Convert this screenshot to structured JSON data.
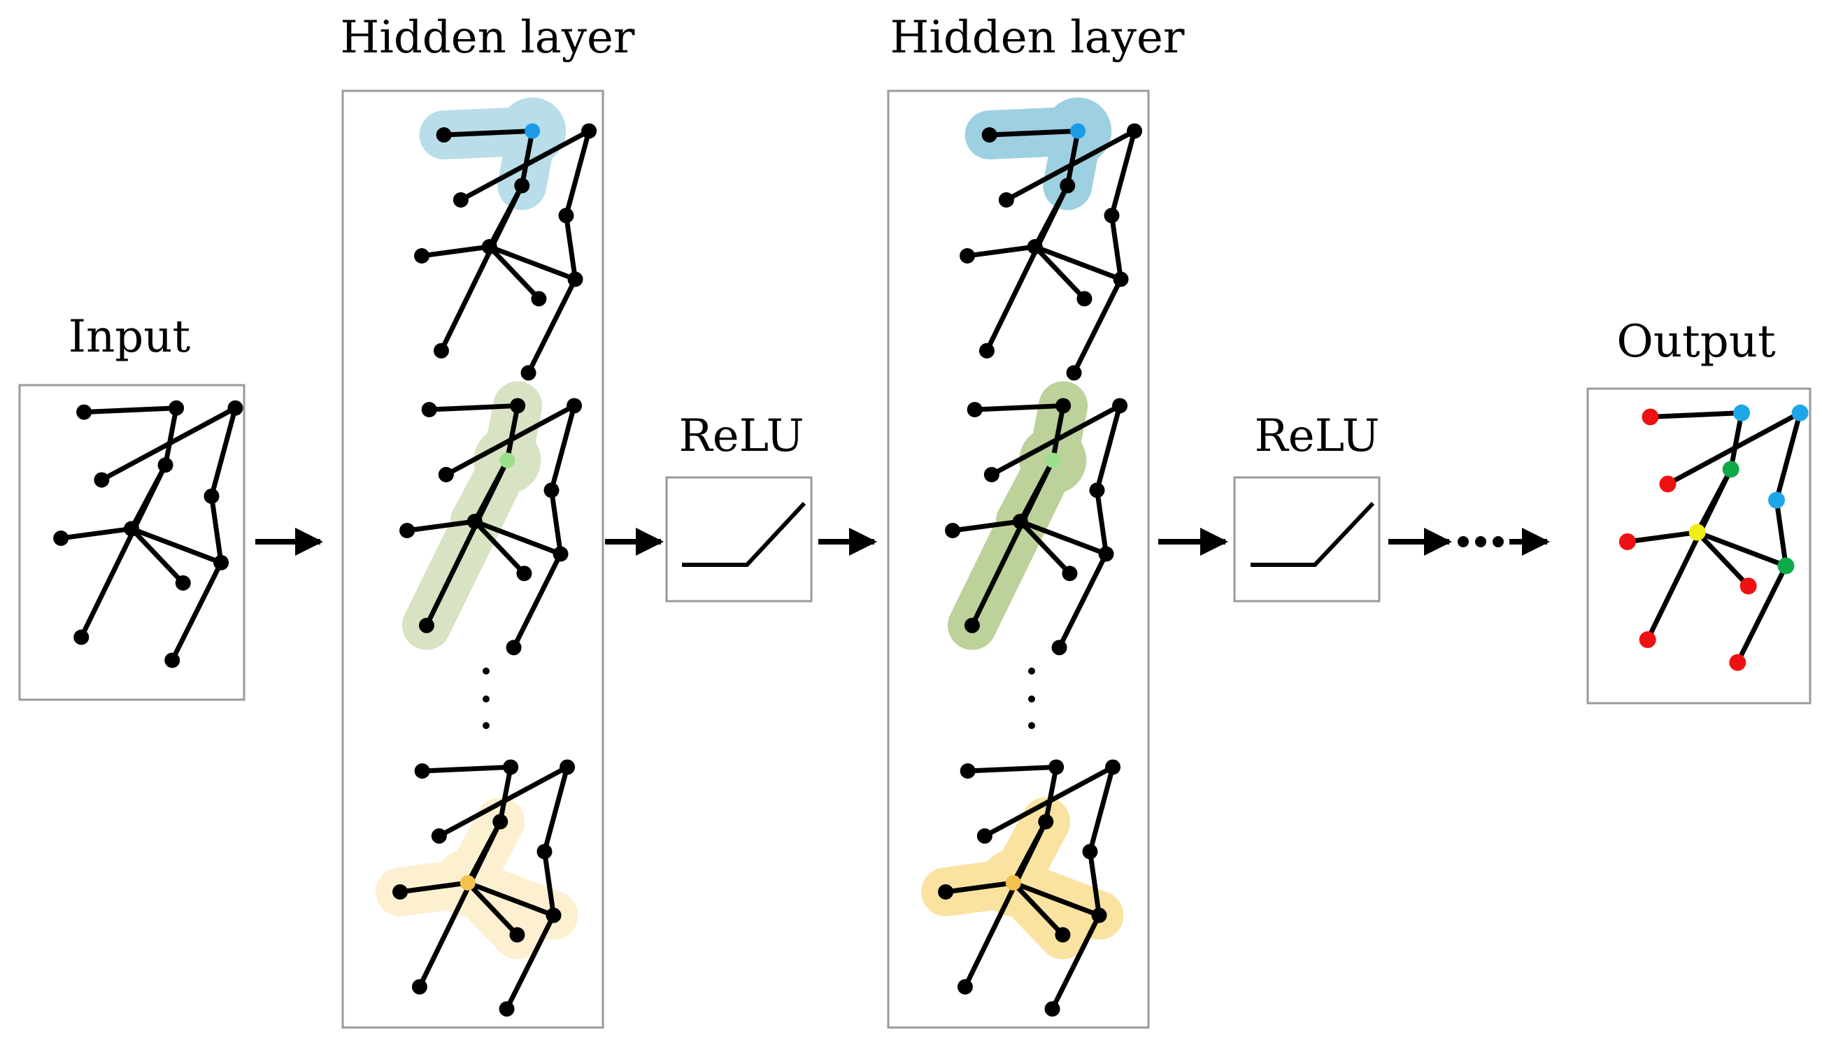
{
  "labels": {
    "input": "Input",
    "hidden_layer_1": "Hidden layer",
    "hidden_layer_2": "Hidden layer",
    "relu_1": "ReLU",
    "relu_2": "ReLU",
    "output": "Output"
  },
  "colors": {
    "node": "#000000",
    "edge": "#000000",
    "box_border": "#9a9a9a",
    "highlight_blue": "#8cc8dc",
    "highlight_green": "#a7c27a",
    "highlight_yellow": "#f8d67a",
    "center_blue": "#1a9be6",
    "center_green": "#9be08a",
    "center_yellow": "#f2c14e",
    "output_red": "#ee1111",
    "output_blue": "#1ea7e8",
    "output_green": "#10a94a",
    "output_yellow": "#f0ec14"
  },
  "graph": {
    "nodes": [
      "n1",
      "n2",
      "n3",
      "n4",
      "n5",
      "n6",
      "n7",
      "n8",
      "n9",
      "n10",
      "n11",
      "n12"
    ],
    "edges": [
      [
        "n1",
        "n2"
      ],
      [
        "n2",
        "n5"
      ],
      [
        "n4",
        "n3"
      ],
      [
        "n5",
        "n7"
      ],
      [
        "n6",
        "n7"
      ],
      [
        "n7",
        "n8"
      ],
      [
        "n7",
        "n10"
      ],
      [
        "n5",
        "n9"
      ],
      [
        "n3",
        "n11"
      ],
      [
        "n11",
        "n10"
      ],
      [
        "n10",
        "n12"
      ]
    ]
  },
  "hidden_layer_highlights": [
    {
      "center": "n2",
      "color": "blue"
    },
    {
      "center": "n5",
      "color": "green"
    },
    {
      "center": "n7",
      "color": "yellow"
    }
  ],
  "output_node_classes": {
    "n1": "red",
    "n2": "blue",
    "n3": "blue",
    "n4": "red",
    "n5": "green",
    "n6": "red",
    "n7": "yellow",
    "n8": "red",
    "n9": "red",
    "n10": "green",
    "n11": "blue",
    "n12": "red"
  },
  "icons": {
    "arrow": "right-arrow-icon",
    "ellipsis": "vertical-ellipsis-icon",
    "relu": "relu-graph-icon"
  }
}
